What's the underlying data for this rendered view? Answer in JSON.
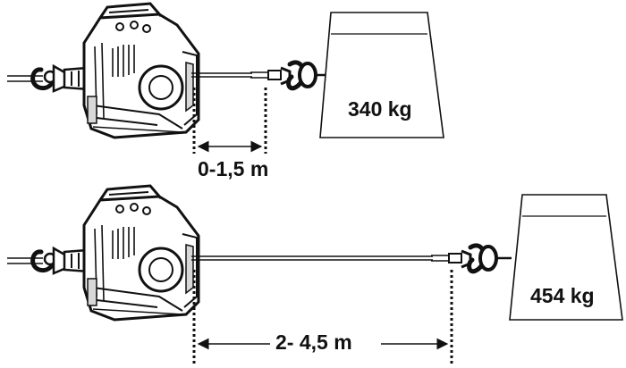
{
  "diagrams": [
    {
      "weight": "340 kg",
      "distance": "0-1,5 m"
    },
    {
      "weight": "454 kg",
      "distance": "2- 4,5 m"
    }
  ],
  "colors": {
    "line": "#111111",
    "fill": "#ffffff",
    "shade": "#d8d8d8"
  }
}
